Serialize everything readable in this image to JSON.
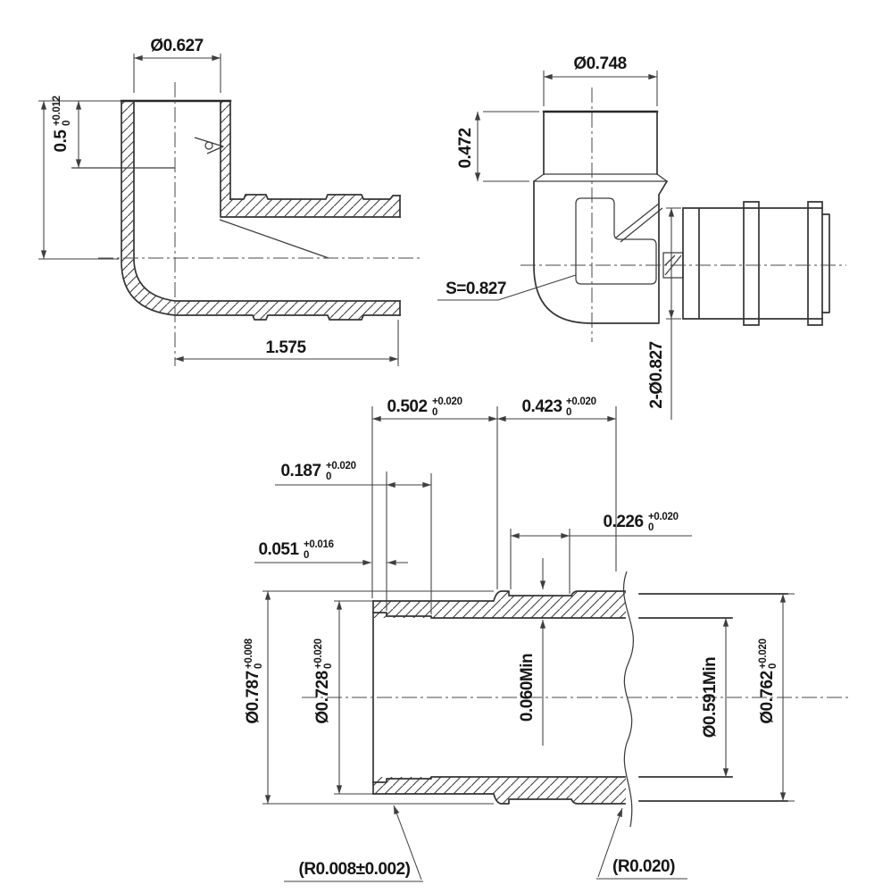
{
  "title": "PEX elbow fitting technical drawing",
  "colors": {
    "background": "#ffffff",
    "line": "#343434",
    "text": "#161616"
  },
  "views": {
    "front_section": {
      "dia_top": "Ø0.627",
      "socket_depth": "0.5",
      "socket_depth_tol_plus": "+0.012",
      "socket_depth_tol_minus": "0",
      "overall_length": "1.575"
    },
    "side_view": {
      "dia_top": "Ø0.748",
      "port_height": "0.472",
      "across_flats": "S=0.827",
      "barb_dia": "2-Ø0.827"
    },
    "detail_section": {
      "len_a": "0.502",
      "len_a_plus": "+0.020",
      "len_a_minus": "0",
      "len_b": "0.423",
      "len_b_plus": "+0.020",
      "len_b_minus": "0",
      "len_c": "0.187",
      "len_c_plus": "+0.020",
      "len_c_minus": "0",
      "len_d": "0.051",
      "len_d_plus": "+0.016",
      "len_d_minus": "0",
      "len_e": "0.226",
      "len_e_plus": "+0.020",
      "len_e_minus": "0",
      "dia_outer_left": "Ø0.787",
      "dia_outer_left_plus": "+0.008",
      "dia_outer_left_minus": "0",
      "dia_tube": "Ø0.728",
      "dia_tube_plus": "+0.020",
      "dia_tube_minus": "0",
      "wall_min": "0.060Min",
      "dia_bore_min": "Ø0.591Min",
      "dia_outer_right": "Ø0.762",
      "dia_outer_right_plus": "+0.020",
      "dia_outer_right_minus": "0",
      "radius_left": "(R0.008±0.002)",
      "radius_right": "(R0.020)"
    }
  }
}
